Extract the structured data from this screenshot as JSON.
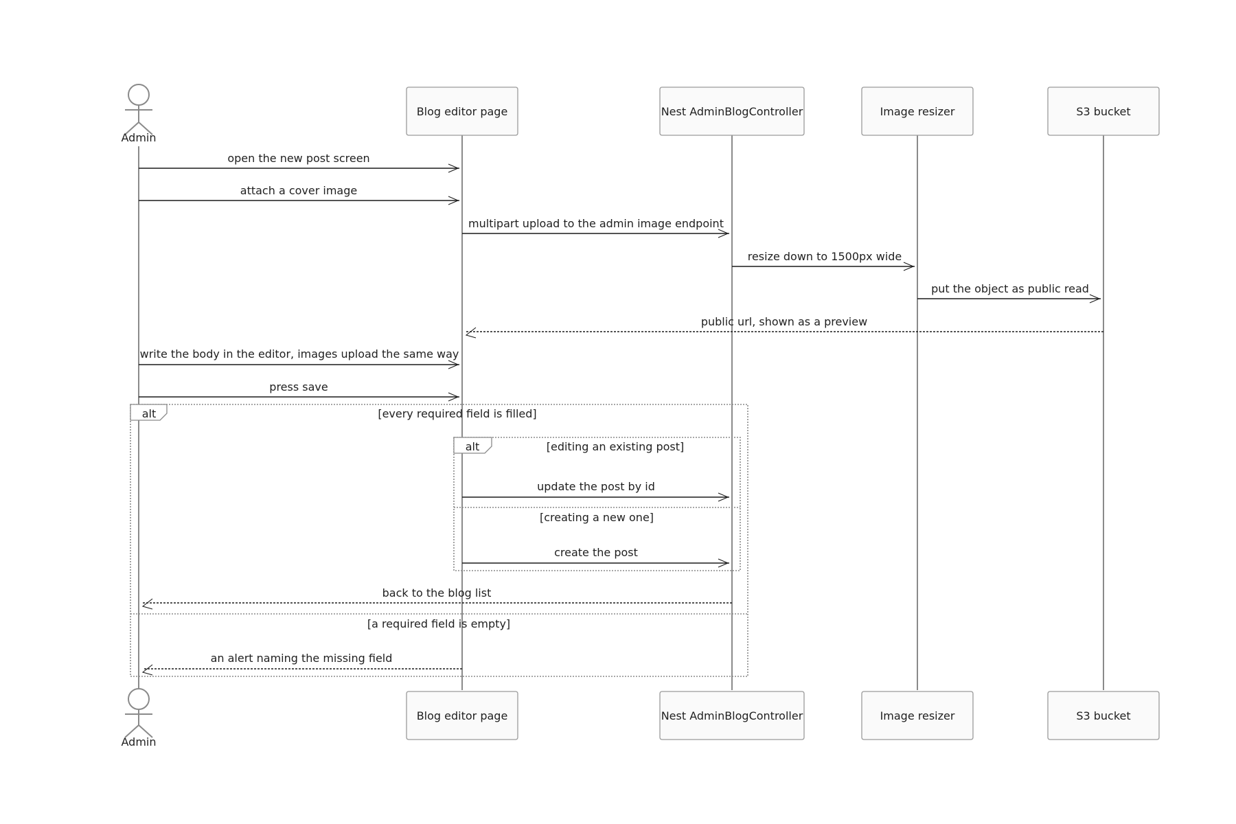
{
  "participants": [
    {
      "id": "admin",
      "label": "Admin",
      "kind": "actor"
    },
    {
      "id": "editor",
      "label": "Blog editor page",
      "kind": "box"
    },
    {
      "id": "controller",
      "label": "Nest AdminBlogController",
      "kind": "box"
    },
    {
      "id": "resizer",
      "label": "Image resizer",
      "kind": "box"
    },
    {
      "id": "s3",
      "label": "S3 bucket",
      "kind": "box"
    }
  ],
  "messages": [
    {
      "from": "admin",
      "to": "editor",
      "label": "open the new post screen",
      "style": "solid"
    },
    {
      "from": "admin",
      "to": "editor",
      "label": "attach a cover image",
      "style": "solid"
    },
    {
      "from": "editor",
      "to": "controller",
      "label": "multipart upload to the admin image endpoint",
      "style": "solid"
    },
    {
      "from": "controller",
      "to": "resizer",
      "label": "resize down to 1500px wide",
      "style": "solid"
    },
    {
      "from": "resizer",
      "to": "s3",
      "label": "put the object as public read",
      "style": "solid"
    },
    {
      "from": "s3",
      "to": "editor",
      "label": "public url, shown as a preview",
      "style": "dashed"
    },
    {
      "from": "admin",
      "to": "editor",
      "label": "write the body in the editor, images upload the same way",
      "style": "solid"
    },
    {
      "from": "admin",
      "to": "editor",
      "label": "press save",
      "style": "solid"
    },
    {
      "from": "editor",
      "to": "controller",
      "label": "update the post by id",
      "style": "solid"
    },
    {
      "from": "editor",
      "to": "controller",
      "label": "create the post",
      "style": "solid"
    },
    {
      "from": "controller",
      "to": "admin",
      "label": "back to the blog list",
      "style": "dashed"
    },
    {
      "from": "editor",
      "to": "admin",
      "label": "an alert naming the missing field",
      "style": "dashed"
    }
  ],
  "fragments": [
    {
      "keyword": "alt",
      "conditions": [
        "[every required field is filled]",
        "[a required field is empty]"
      ]
    },
    {
      "keyword": "alt",
      "conditions": [
        "[editing an existing post]",
        "[creating a new one]"
      ]
    }
  ]
}
